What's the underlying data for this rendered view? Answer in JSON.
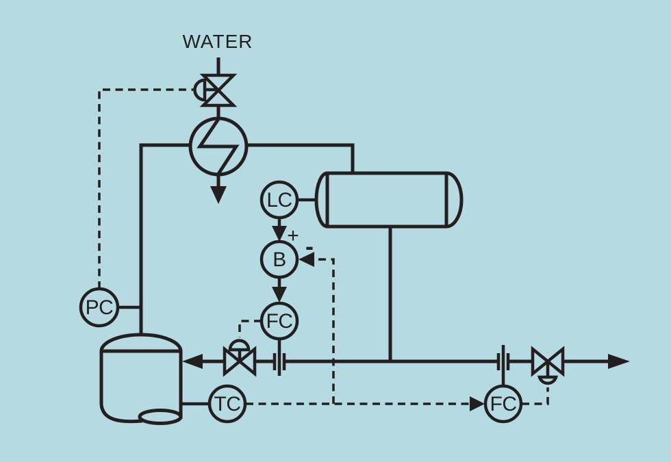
{
  "figure": {
    "stream_label": "WATER",
    "summer_plus": "+",
    "summer_minus": "-",
    "instruments": {
      "level_controller": "LC",
      "summer": "B",
      "reflux_flow_controller": "FC",
      "pressure_controller": "PC",
      "temperature_controller": "TC",
      "product_flow_controller": "FC"
    },
    "colors": {
      "background": "#b5dae2",
      "line": "#231f20"
    },
    "symbols": [
      "control-valve-icon",
      "diaphragm-actuator-icon",
      "heat-exchanger-icon",
      "reflux-drum-icon",
      "column-vessel-icon",
      "orifice-flow-element-icon",
      "flow-arrow-icon",
      "signal-dashed-line"
    ]
  }
}
